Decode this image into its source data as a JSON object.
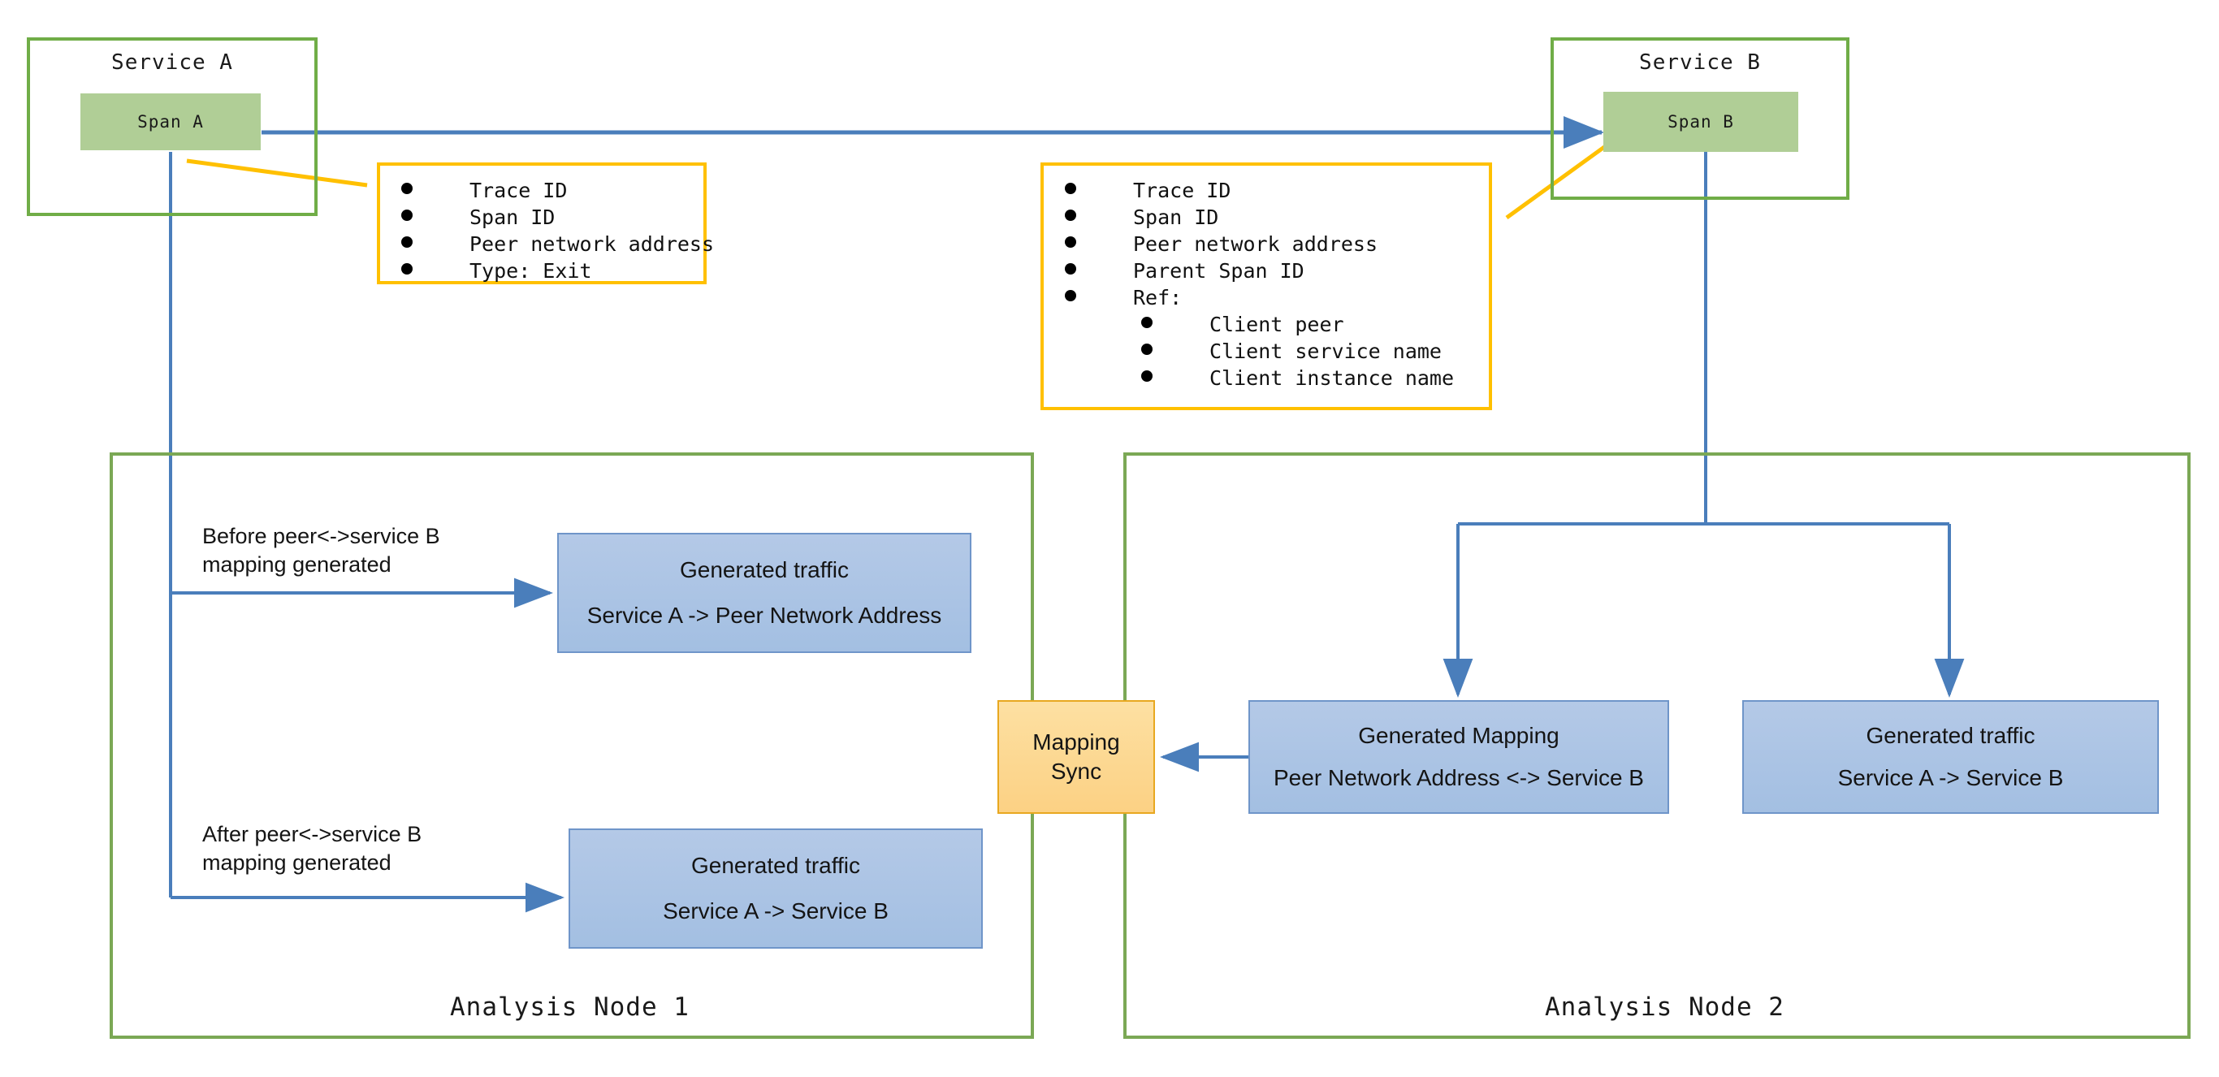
{
  "diagram": {
    "title_present": false,
    "colors": {
      "service_border": "#70ad47",
      "span_fill": "#b0ce96",
      "span_border": "#6faa45",
      "note_border": "#ffc000",
      "connector_blue": "#4a7ebb",
      "leader_orange": "#ffc000",
      "node_border": "#7ba855",
      "proc_fill": "#a9c3e4",
      "proc_border": "#6f95c9",
      "sync_fill": "#fcd184",
      "sync_border": "#e8a820"
    }
  },
  "services": [
    {
      "id": "service-a",
      "title": "Service A",
      "span_label": "Span A"
    },
    {
      "id": "service-b",
      "title": "Service B",
      "span_label": "Span B"
    }
  ],
  "notes": {
    "span_a": {
      "items": [
        {
          "level": 1,
          "text": "Trace ID"
        },
        {
          "level": 1,
          "text": "Span ID"
        },
        {
          "level": 1,
          "text": "Peer network address"
        },
        {
          "level": 1,
          "text": "Type: Exit"
        }
      ]
    },
    "span_b": {
      "items": [
        {
          "level": 1,
          "text": "Trace ID"
        },
        {
          "level": 1,
          "text": "Span ID"
        },
        {
          "level": 1,
          "text": "Peer network address"
        },
        {
          "level": 1,
          "text": "Parent Span ID"
        },
        {
          "level": 1,
          "text": "Ref:"
        },
        {
          "level": 2,
          "text": "Client peer"
        },
        {
          "level": 2,
          "text": "Client service name"
        },
        {
          "level": 2,
          "text": "Client instance name"
        }
      ]
    }
  },
  "nodes": [
    {
      "id": "analysis-node-1",
      "label": "Analysis Node 1"
    },
    {
      "id": "analysis-node-2",
      "label": "Analysis Node 2"
    }
  ],
  "edge_labels": {
    "before_mapping": "Before peer<->service B\nmapping generated",
    "before_mapping_line1": "Before peer<->service B",
    "before_mapping_line2": "mapping generated",
    "after_mapping_line1": "After peer<->service B",
    "after_mapping_line2": "mapping generated"
  },
  "boxes": {
    "traffic_peer_addr": {
      "title": "Generated traffic",
      "detail": "Service A -> Peer Network Address"
    },
    "traffic_service_b_left": {
      "title": "Generated traffic",
      "detail": "Service A -> Service B"
    },
    "generated_mapping": {
      "title": "Generated Mapping",
      "detail": "Peer Network Address <-> Service B"
    },
    "traffic_service_b_right": {
      "title": "Generated traffic",
      "detail": "Service A -> Service B"
    },
    "mapping_sync": {
      "line1": "Mapping",
      "line2": "Sync"
    }
  }
}
